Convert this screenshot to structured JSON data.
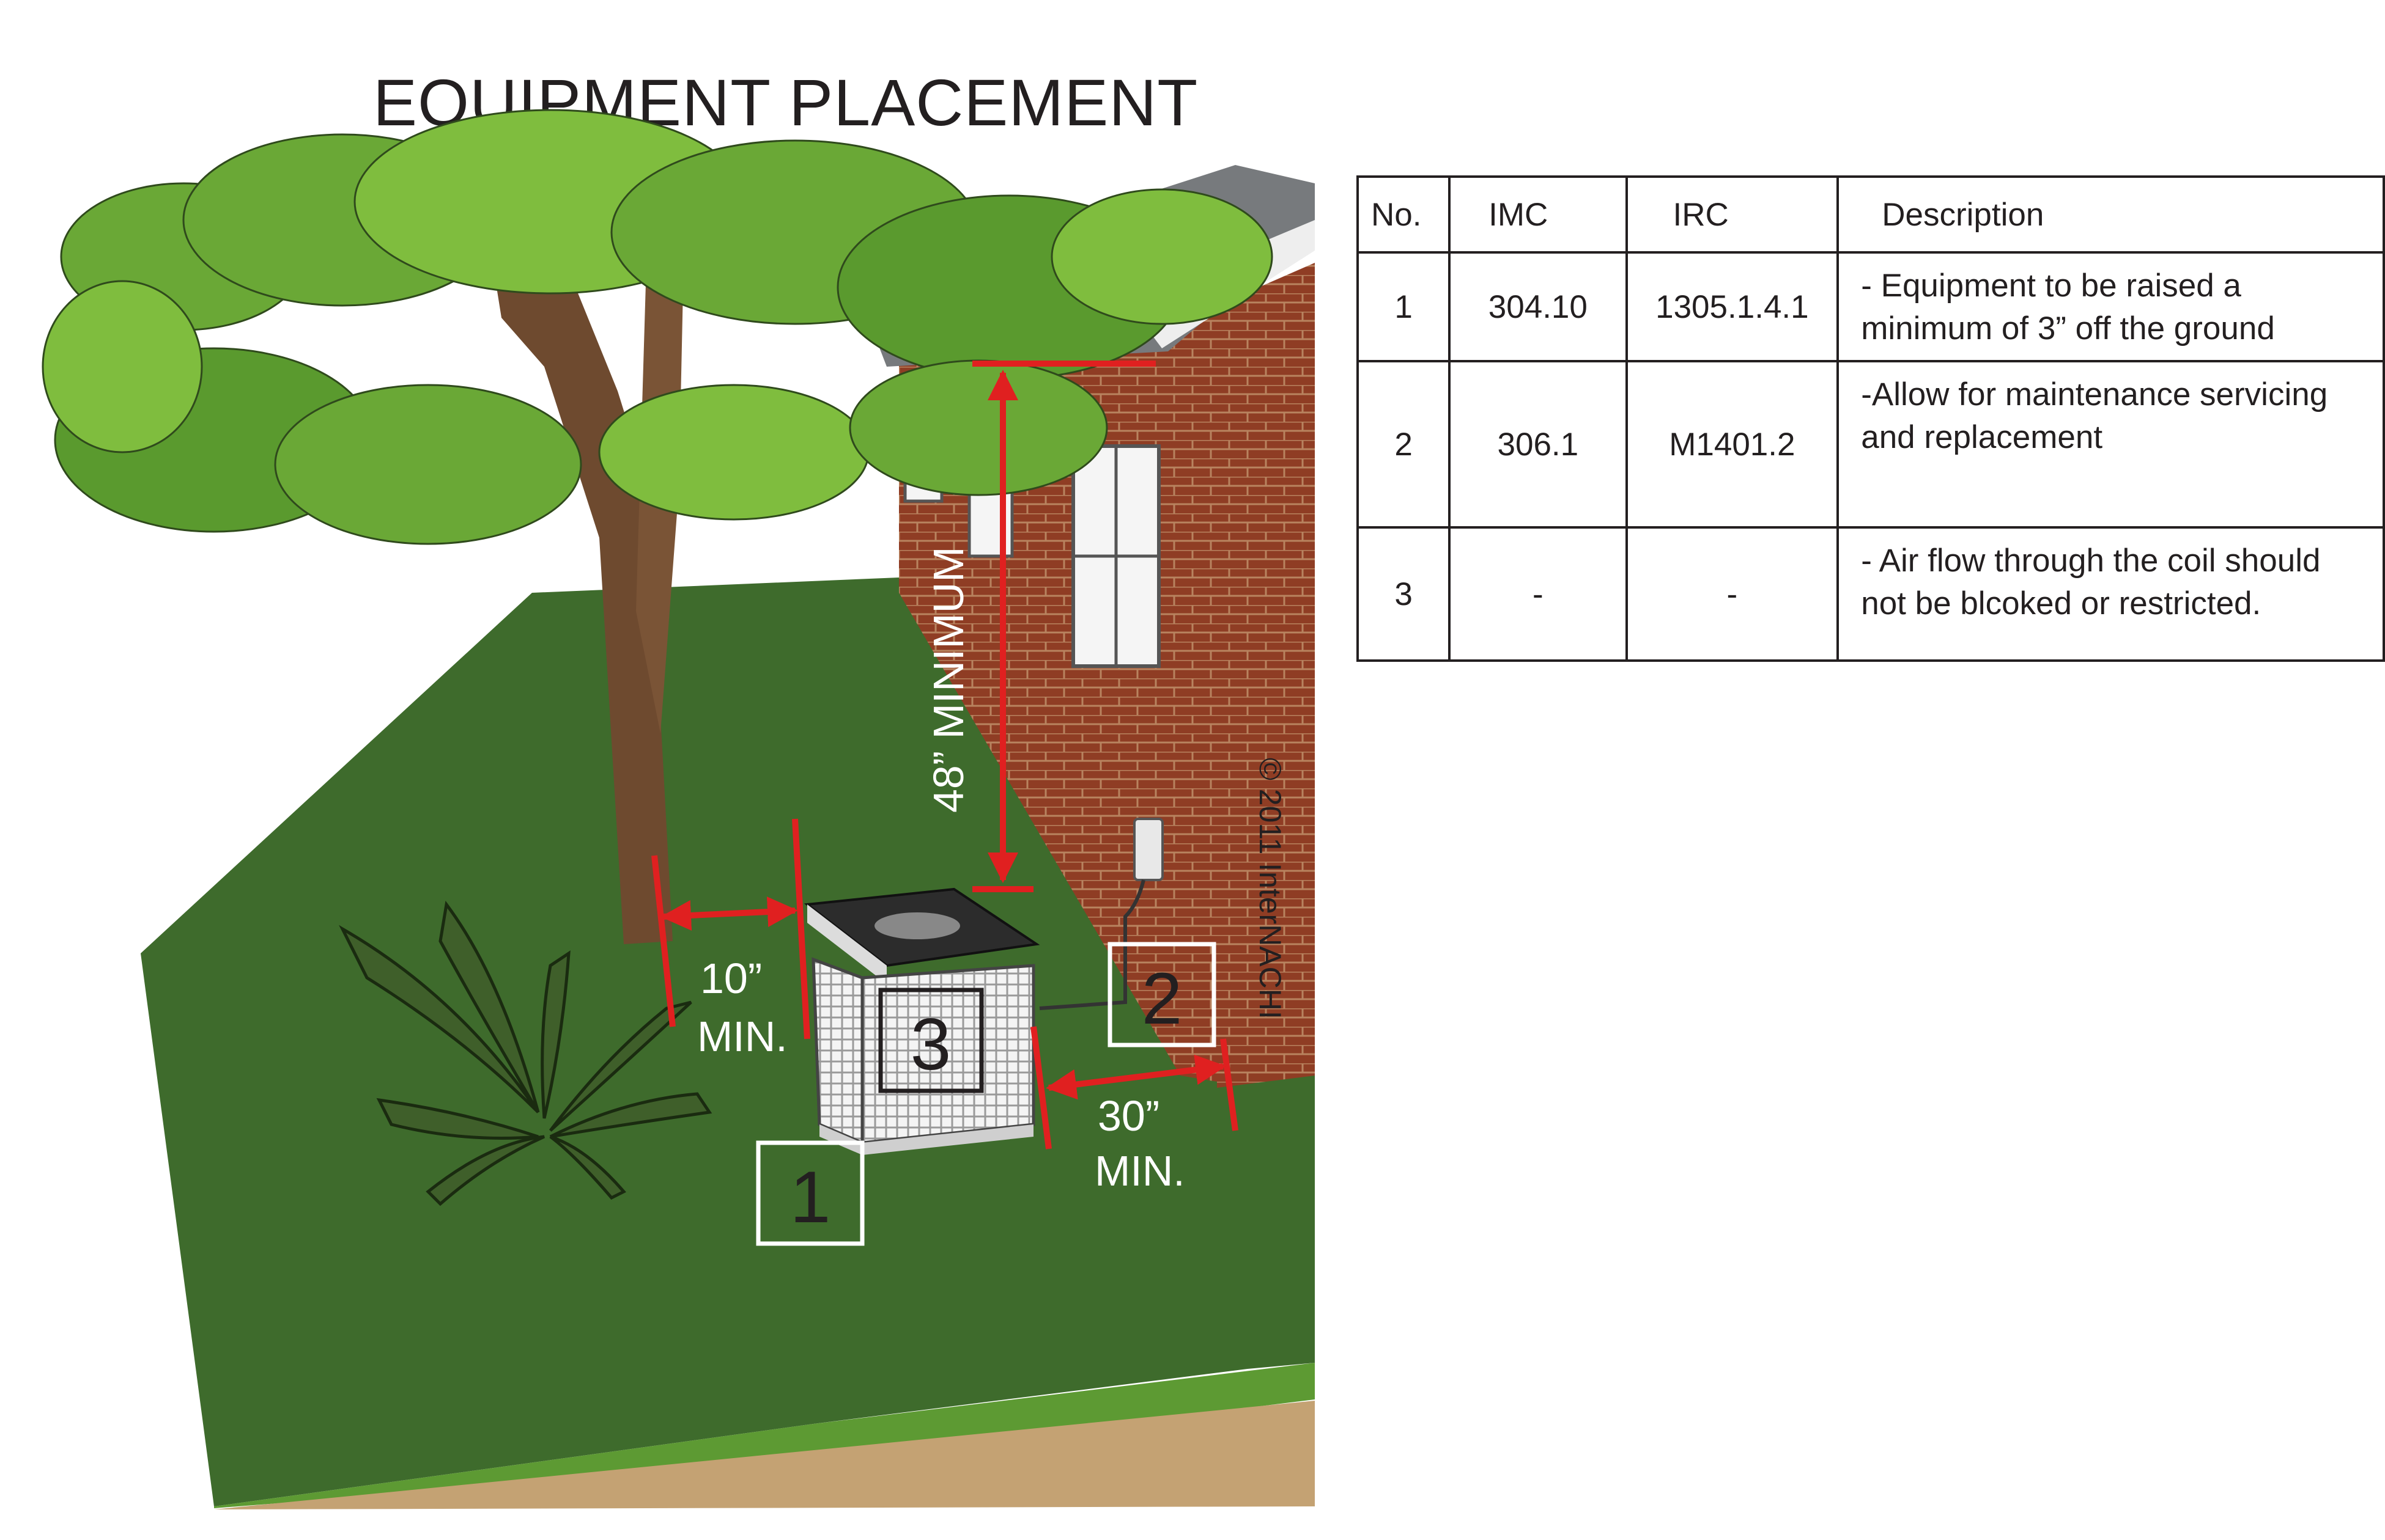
{
  "title": "EQUIPMENT PLACEMENT",
  "diagram": {
    "dimension_height": "48” MINIMUM",
    "dimension_left_value": "10”",
    "dimension_left_unit": "MIN.",
    "dimension_right_value": "30”",
    "dimension_right_unit": "MIN.",
    "marker_1": "1",
    "marker_2": "2",
    "marker_3": "3",
    "copyright": "© 2011 InterNACHI",
    "colors": {
      "lawn": "#3e6b2c",
      "brick": "#8a3a22",
      "dimension_red": "#e02020",
      "foliage": "#6aa836"
    }
  },
  "table": {
    "headers": {
      "no": "No.",
      "imc": "IMC",
      "irc": "IRC",
      "description": "Description"
    },
    "rows": [
      {
        "no": "1",
        "imc": "304.10",
        "irc": "1305.1.4.1",
        "description": "- Equipment to be raised a minimum of 3” off the ground"
      },
      {
        "no": "2",
        "imc": "306.1",
        "irc": "M1401.2",
        "description": "-Allow for maintenance servicing and replacement"
      },
      {
        "no": "3",
        "imc": "-",
        "irc": "-",
        "description": "- Air flow through the coil should not be blcoked or restricted."
      }
    ]
  }
}
